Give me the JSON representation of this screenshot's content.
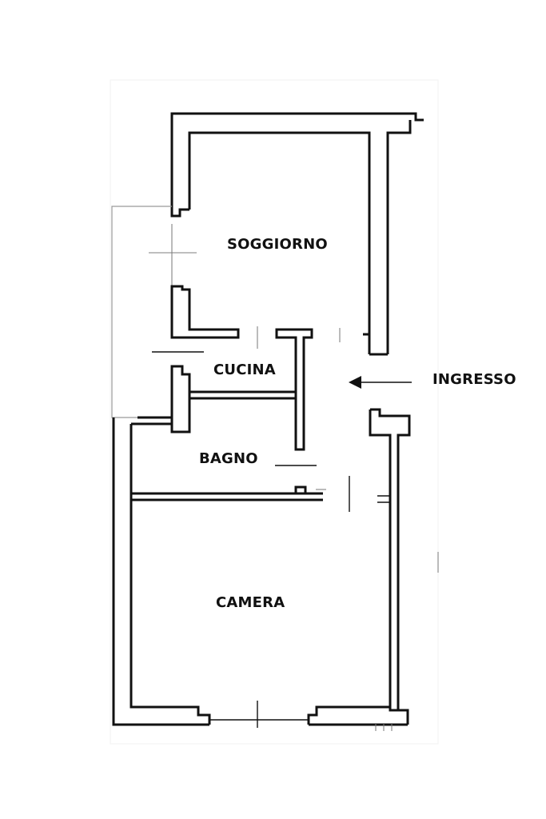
{
  "plan": {
    "rooms": [
      {
        "id": "soggiorno",
        "label": "SOGGIORNO"
      },
      {
        "id": "cucina",
        "label": "CUCINA"
      },
      {
        "id": "bagno",
        "label": "BAGNO"
      },
      {
        "id": "camera",
        "label": "CAMERA"
      }
    ],
    "entrance": {
      "label": "INGRESSO",
      "arrow": "arrow-left-icon"
    }
  },
  "colors": {
    "ink": "#111111",
    "background": "#ffffff"
  }
}
